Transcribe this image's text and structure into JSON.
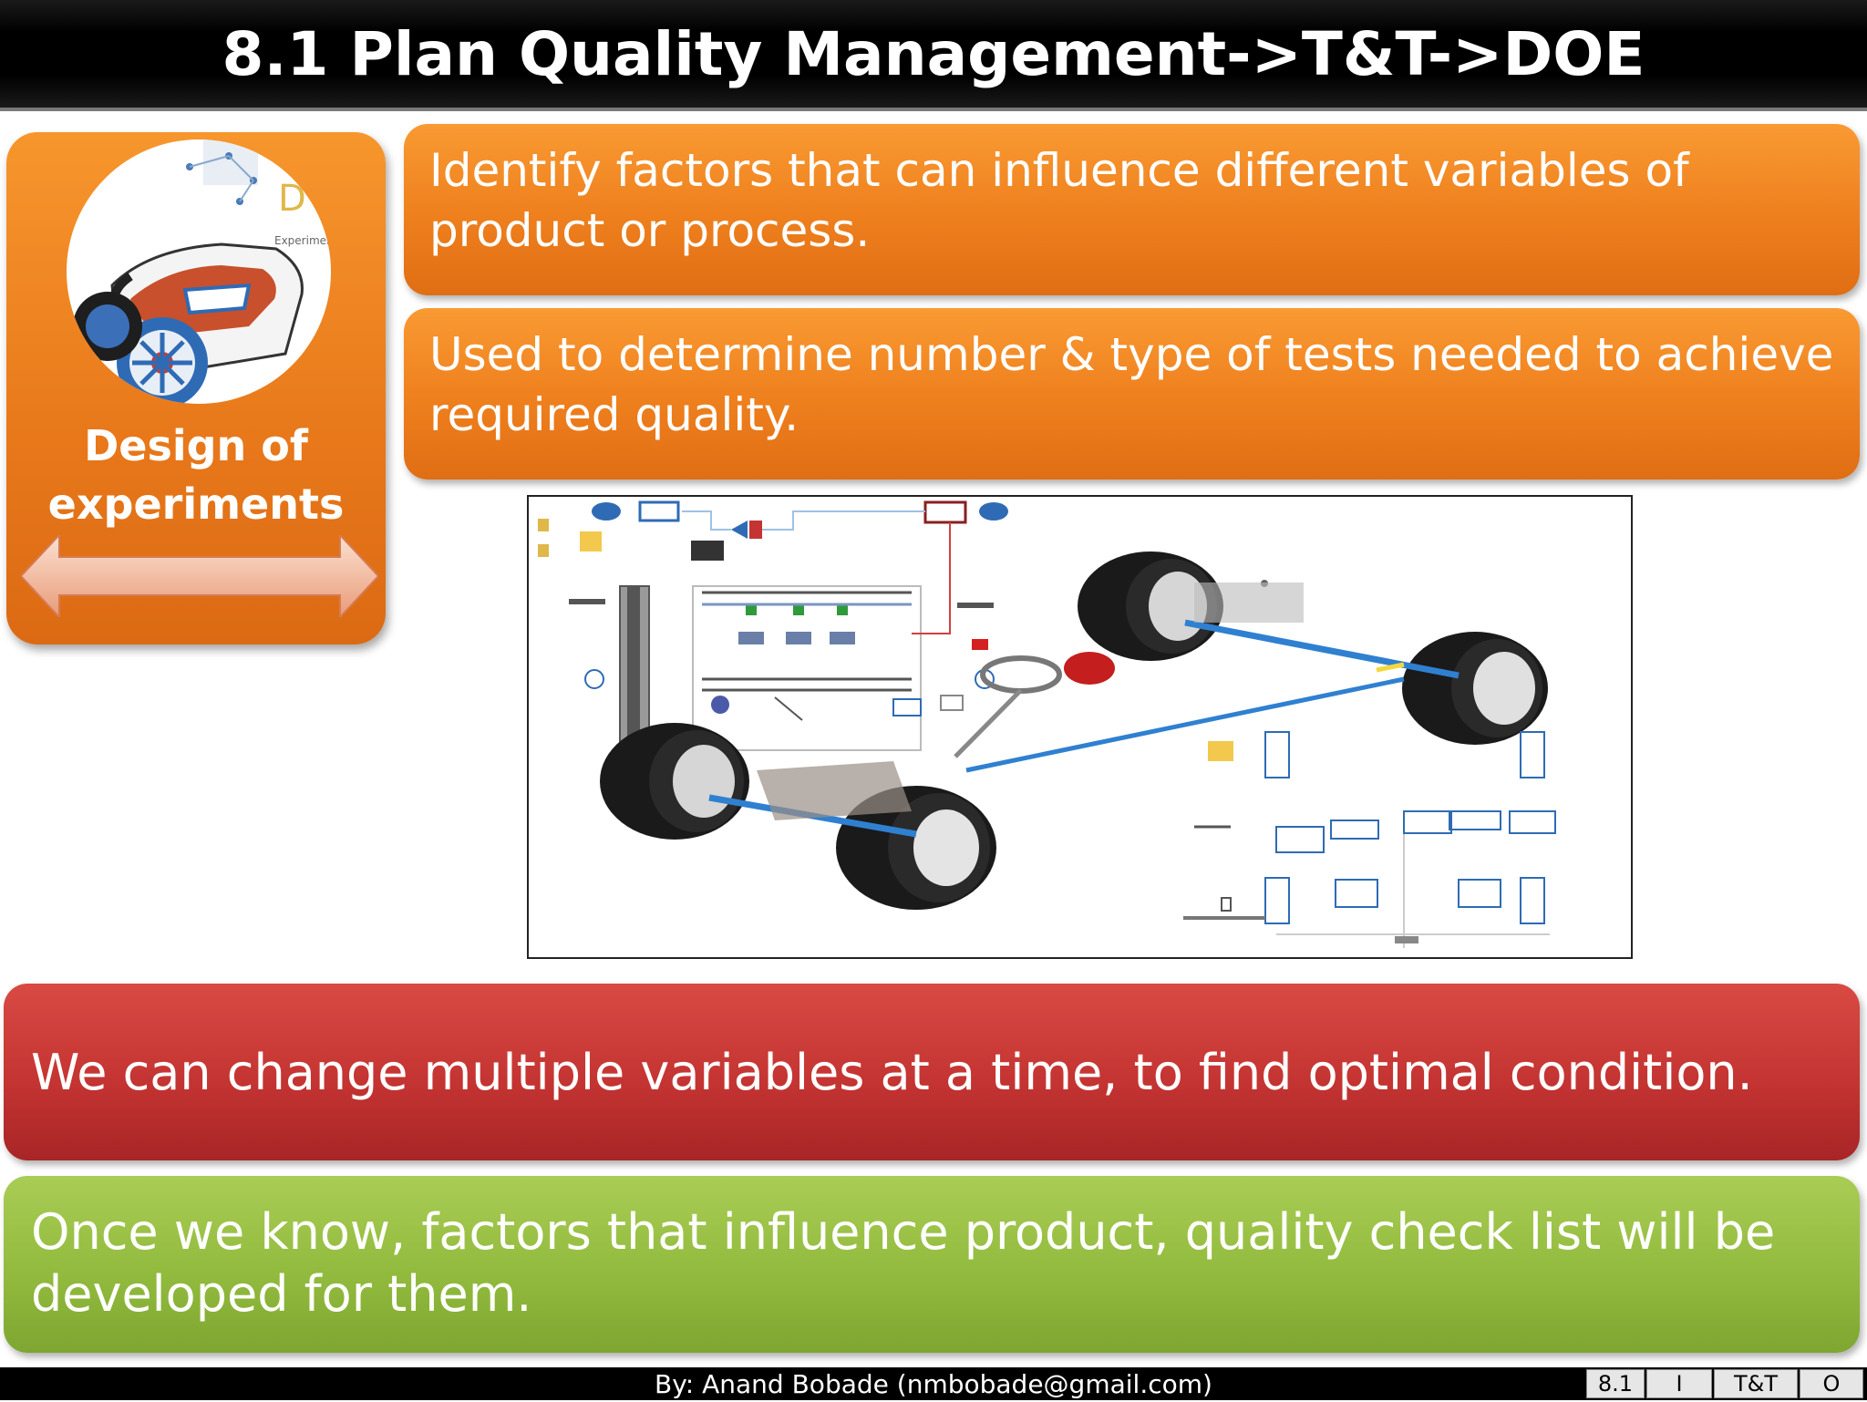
{
  "slide": {
    "title": "8.1 Plan Quality Management->T&T->DOE"
  },
  "side_panel": {
    "label": "Design of\nexperiments",
    "image_icon": "vehicle-doe-thumbnail",
    "image_text": "D",
    "image_subtext": "Experimen",
    "arrow_icon": "double-arrow-icon"
  },
  "points": [
    {
      "text": "Identify factors that can influence different variables of product or process."
    },
    {
      "text": "Used to determine number & type of tests needed to achieve required quality."
    }
  ],
  "diagram": {
    "icon": "vehicle-suspension-simulation-diagram"
  },
  "highlight": {
    "text": "We can change multiple variables at a time, to find optimal condition."
  },
  "conclusion": {
    "text": "Once we know, factors that influence product, quality check list will be developed for them."
  },
  "footer": {
    "credit": "By: Anand Bobade (nmbobade@gmail.com)",
    "nav": [
      "8.1",
      "I",
      "T&T",
      "O"
    ]
  },
  "colors": {
    "title_bg": "#000000",
    "orange": "#ee7f1d",
    "red": "#c43432",
    "green": "#92bb3e"
  }
}
